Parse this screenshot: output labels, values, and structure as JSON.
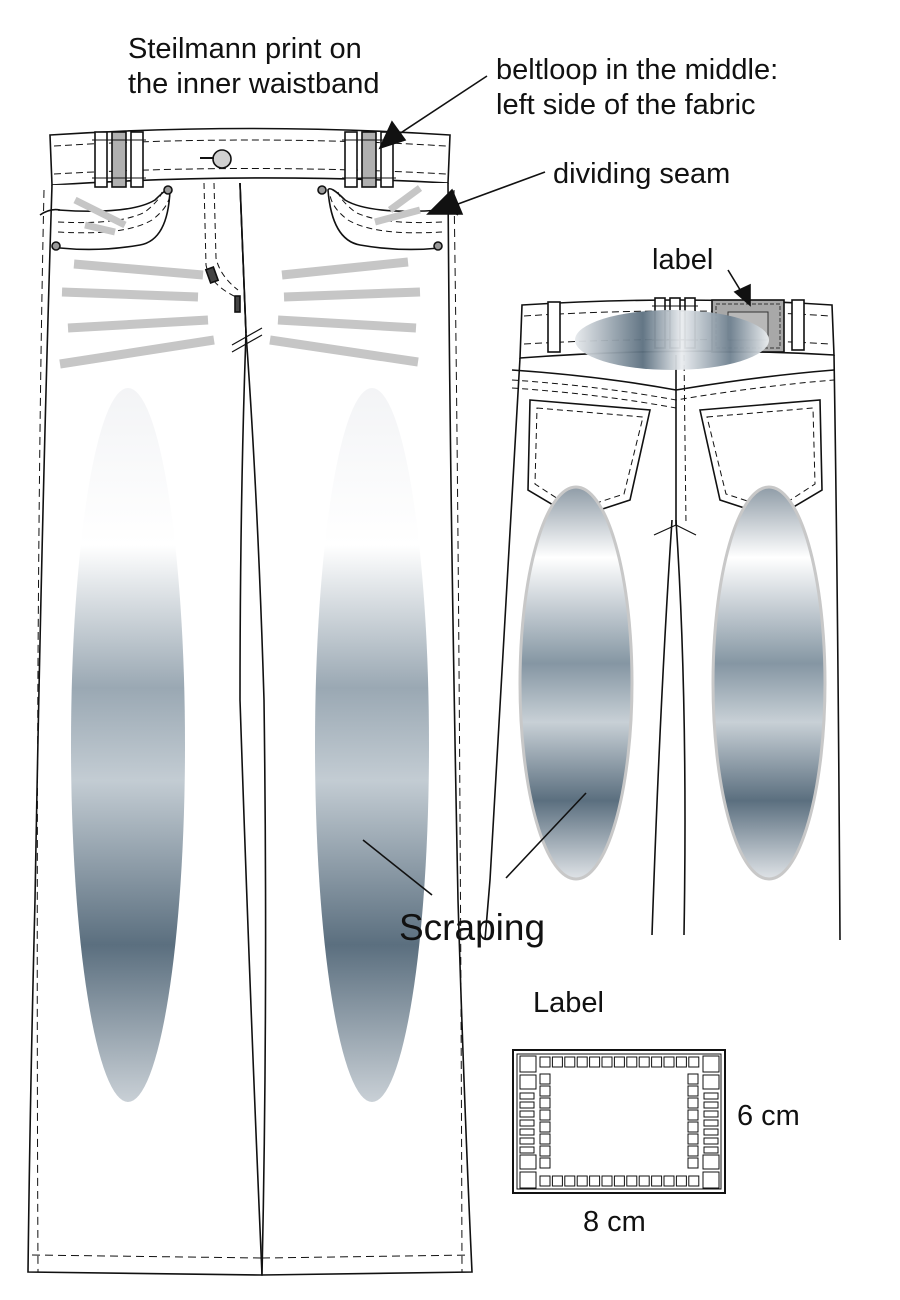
{
  "annotations": {
    "steilmann": [
      "Steilmann print on",
      "the inner waistband"
    ],
    "beltloop": [
      "beltloop in the middle:",
      "left side of the fabric"
    ],
    "dividing_seam": "dividing seam",
    "label_back": "label",
    "scraping": "Scraping",
    "label_title": "Label",
    "height": "6 cm",
    "width": "8 cm"
  },
  "colors": {
    "outline": "#111111",
    "whisker": "#c6c6c6",
    "wash_dark": "#5b6f7f",
    "wash_mid": "#9aa8b3",
    "wash_light": "#f3f4f6",
    "label_fill": "#a8a8a8"
  }
}
